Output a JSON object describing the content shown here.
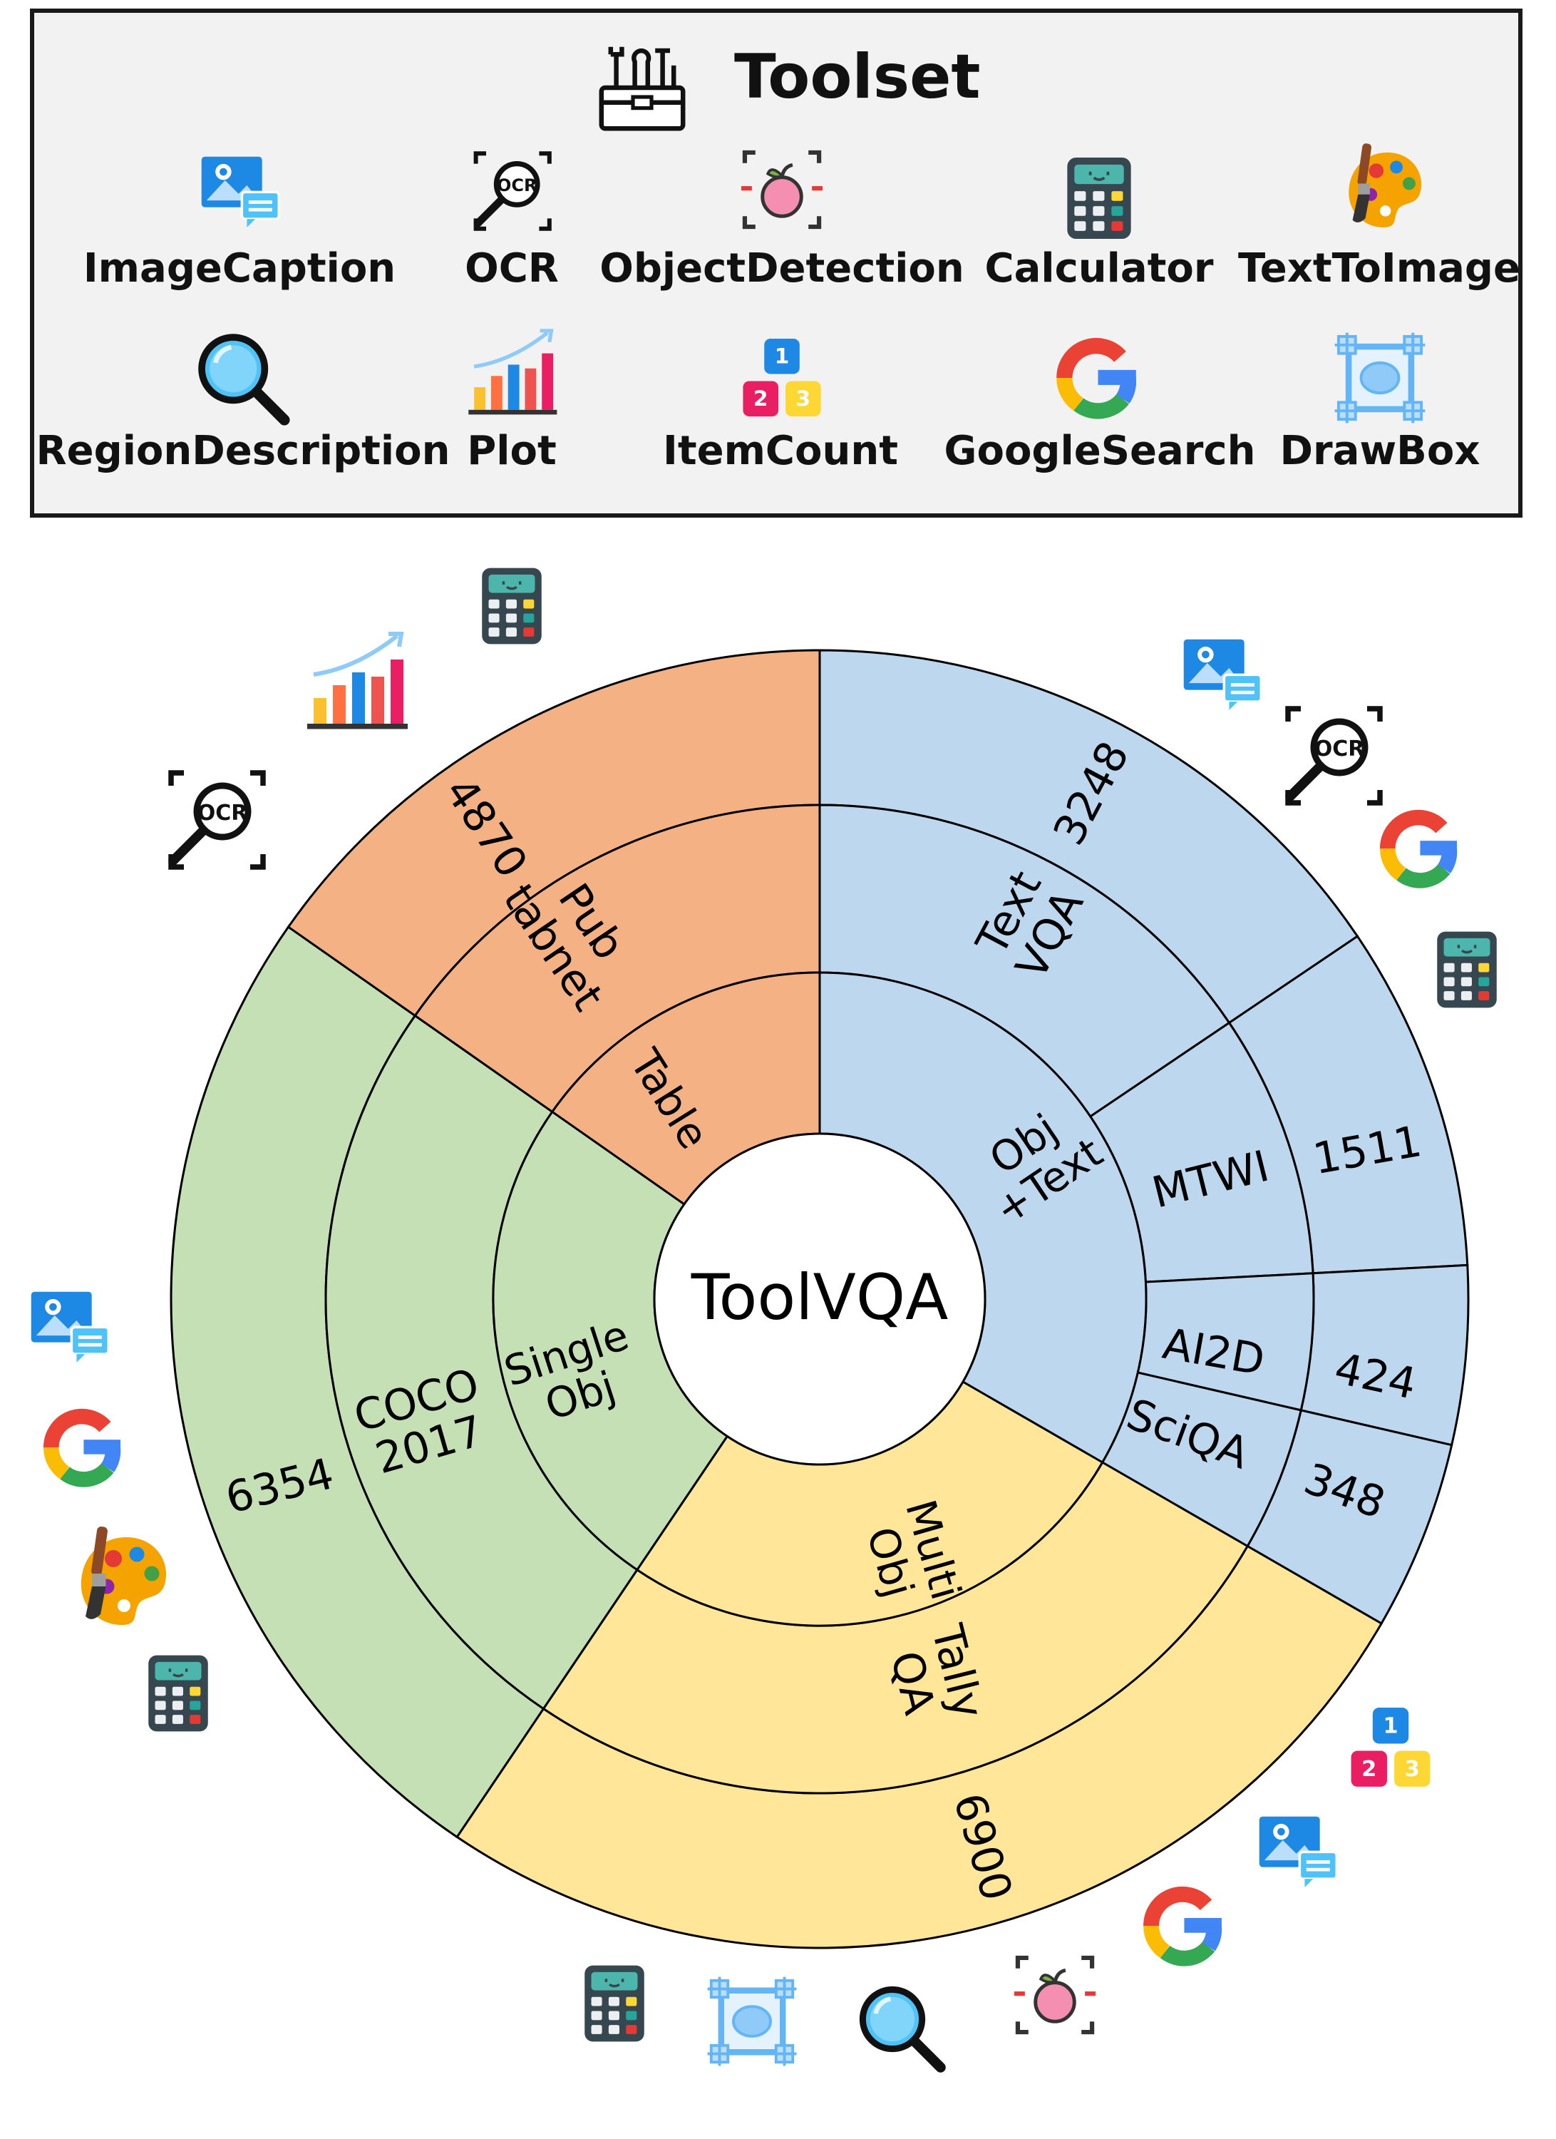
{
  "toolset": {
    "title": "Toolset",
    "title_icon": "toolbox-icon",
    "tools": [
      {
        "label": "ImageCaption",
        "icon": "image-caption-icon"
      },
      {
        "label": "OCR",
        "icon": "ocr-magnifier-icon"
      },
      {
        "label": "ObjectDetection",
        "icon": "object-detection-icon"
      },
      {
        "label": "Calculator",
        "icon": "calculator-icon"
      },
      {
        "label": "TextToImage",
        "icon": "palette-icon"
      },
      {
        "label": "RegionDescription",
        "icon": "magnifier-icon"
      },
      {
        "label": "Plot",
        "icon": "bar-chart-icon"
      },
      {
        "label": "ItemCount",
        "icon": "number-blocks-icon"
      },
      {
        "label": "GoogleSearch",
        "icon": "google-icon"
      },
      {
        "label": "DrawBox",
        "icon": "draw-box-icon"
      }
    ]
  },
  "sunburst": {
    "center_label": "ToolVQA",
    "colors": {
      "text_vqa": "#bdd7ee",
      "single_obj": "#c5e0b4",
      "table": "#f4b183",
      "multi_obj": "#ffe699",
      "stroke": "#000000"
    },
    "inner": [
      {
        "label": "Obj +Text"
      },
      {
        "label": "Multi Obj"
      },
      {
        "label": "Single Obj"
      },
      {
        "label": "Table"
      }
    ],
    "middle": [
      {
        "label": "Text VQA"
      },
      {
        "label": "MTWI"
      },
      {
        "label": "AI2D"
      },
      {
        "label": "SciQA"
      },
      {
        "label": "Tally QA"
      },
      {
        "label": "COCO 2017"
      },
      {
        "label": "Pub tabnet"
      }
    ],
    "outer": [
      {
        "label": "3248"
      },
      {
        "label": "1511"
      },
      {
        "label": "424"
      },
      {
        "label": "348"
      },
      {
        "label": "6900"
      },
      {
        "label": "6354"
      },
      {
        "label": "4870"
      }
    ]
  }
}
